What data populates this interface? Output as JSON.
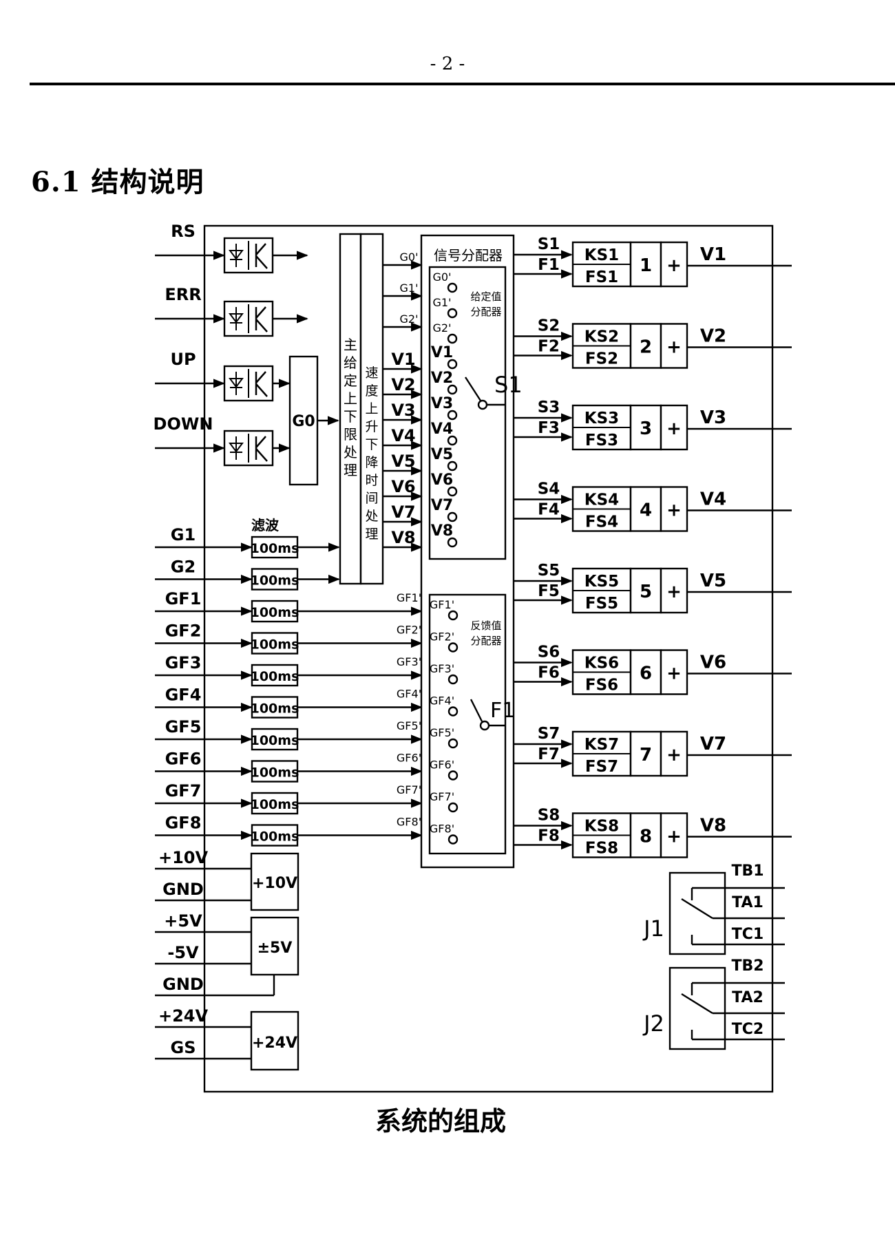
{
  "page": {
    "number": "- 2 -"
  },
  "section": {
    "title": "6.1 结构说明"
  },
  "caption": "系统的组成",
  "inputs": {
    "digital": [
      "RS",
      "ERR",
      "UP",
      "DOWN"
    ],
    "analog": [
      "G1",
      "G2",
      "GF1",
      "GF2",
      "GF3",
      "GF4",
      "GF5",
      "GF6",
      "GF7",
      "GF8"
    ],
    "power": [
      "+10V",
      "GND",
      "+5V",
      "-5V",
      "GND",
      "+24V",
      "GS"
    ]
  },
  "filter": {
    "label": "滤波",
    "value": "100ms"
  },
  "blocks": {
    "g0": "G0",
    "main_limit": "主给定上下限处理",
    "speed_ramp": "速度上升下降时间处理",
    "distributor": "信号分配器",
    "given_sub": "给定值分配器",
    "feedback_sub": "反馈值分配器",
    "switch_s": "S1",
    "switch_f": "F1",
    "psu_10": "+10V",
    "psu_5": "±5V",
    "psu_24": "+24V"
  },
  "given_inputs": [
    "G0'",
    "G1'",
    "G2'"
  ],
  "speed_labels": [
    "V1",
    "V2",
    "V3",
    "V4",
    "V5",
    "V6",
    "V7",
    "V8"
  ],
  "given_taps": [
    "G0'",
    "G1'",
    "G2'",
    "V1",
    "V2",
    "V3",
    "V4",
    "V5",
    "V6",
    "V7",
    "V8"
  ],
  "feedback_inputs": [
    "GF1'",
    "GF2'",
    "GF3'",
    "GF4'",
    "GF5'",
    "GF6'",
    "GF7'",
    "GF8'"
  ],
  "channels": [
    {
      "s": "S1",
      "f": "F1",
      "ks": "KS1",
      "fs": "FS1",
      "n": "1",
      "v": "V1"
    },
    {
      "s": "S2",
      "f": "F2",
      "ks": "KS2",
      "fs": "FS2",
      "n": "2",
      "v": "V2"
    },
    {
      "s": "S3",
      "f": "F3",
      "ks": "KS3",
      "fs": "FS3",
      "n": "3",
      "v": "V3"
    },
    {
      "s": "S4",
      "f": "F4",
      "ks": "KS4",
      "fs": "FS4",
      "n": "4",
      "v": "V4"
    },
    {
      "s": "S5",
      "f": "F5",
      "ks": "KS5",
      "fs": "FS5",
      "n": "5",
      "v": "V5"
    },
    {
      "s": "S6",
      "f": "F6",
      "ks": "KS6",
      "fs": "FS6",
      "n": "6",
      "v": "V6"
    },
    {
      "s": "S7",
      "f": "F7",
      "ks": "KS7",
      "fs": "FS7",
      "n": "7",
      "v": "V7"
    },
    {
      "s": "S8",
      "f": "F8",
      "ks": "KS8",
      "fs": "FS8",
      "n": "8",
      "v": "V8"
    }
  ],
  "summer_sign": "+",
  "relays": [
    {
      "name": "J1",
      "contacts": [
        "TB1",
        "TA1",
        "TC1"
      ]
    },
    {
      "name": "J2",
      "contacts": [
        "TB2",
        "TA2",
        "TC2"
      ]
    }
  ]
}
